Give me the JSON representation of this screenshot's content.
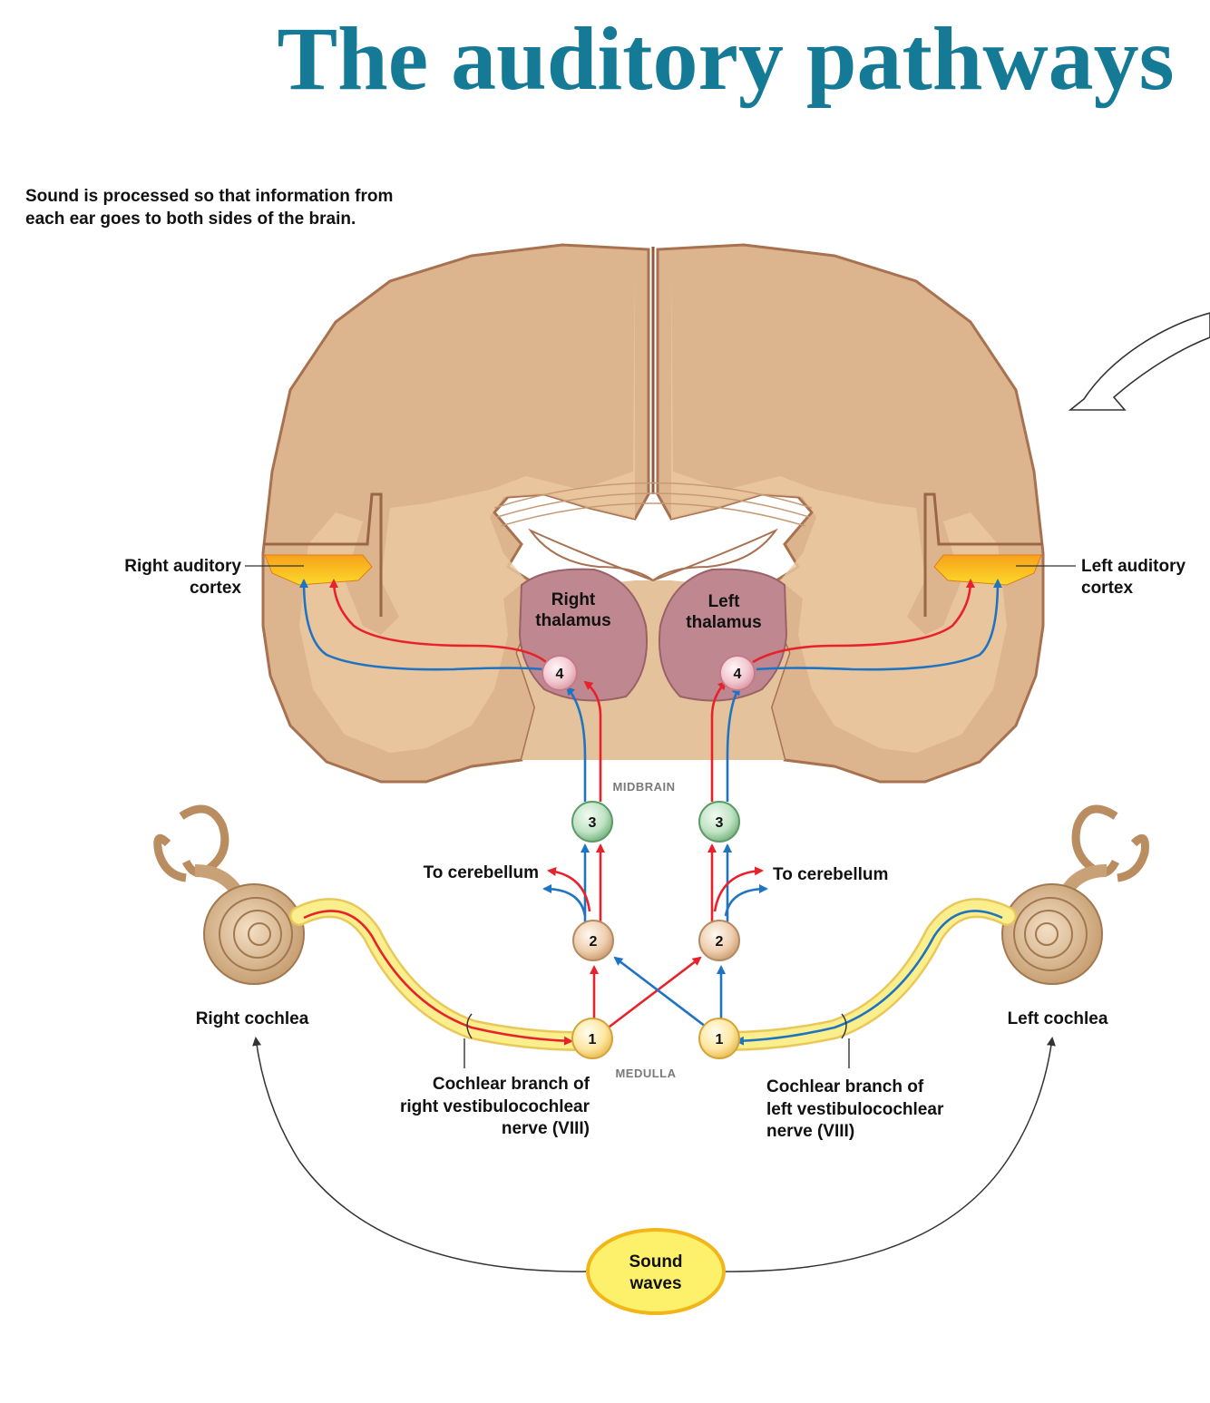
{
  "title": "The auditory pathways",
  "intro": {
    "line1": "Sound is processed so that information from",
    "line2": "each ear goes to both sides of the brain."
  },
  "labels": {
    "right_auditory_cortex": [
      "Right auditory",
      "cortex"
    ],
    "left_auditory_cortex": [
      "Left auditory",
      "cortex"
    ],
    "right_thalamus": [
      "Right",
      "thalamus"
    ],
    "left_thalamus": [
      "Left",
      "thalamus"
    ],
    "midbrain": "MIDBRAIN",
    "medulla": "MEDULLA",
    "to_cerebellum_left": "To cerebellum",
    "to_cerebellum_right": "To cerebellum",
    "right_cochlea": "Right cochlea",
    "left_cochlea": "Left cochlea",
    "right_nerve": [
      "Cochlear branch of",
      "right vestibulocochlear",
      "nerve (VIII)"
    ],
    "left_nerve": [
      "Cochlear branch of",
      "left vestibulocochlear",
      "nerve (VIII)"
    ],
    "sound_waves": [
      "Sound",
      "waves"
    ]
  },
  "nodes": {
    "n1": "1",
    "n2": "2",
    "n3": "3",
    "n4": "4"
  },
  "colors": {
    "title": "#157a96",
    "ipsilateral_pathway": "#e8222b",
    "contralateral_pathway": "#1f74c2",
    "brain_tissue": "#dcb58f",
    "brain_outline": "#a87150",
    "thalamus": "#bf8790",
    "auditory_cortex": "#f7c21a",
    "nerve": "#fbee8c"
  }
}
